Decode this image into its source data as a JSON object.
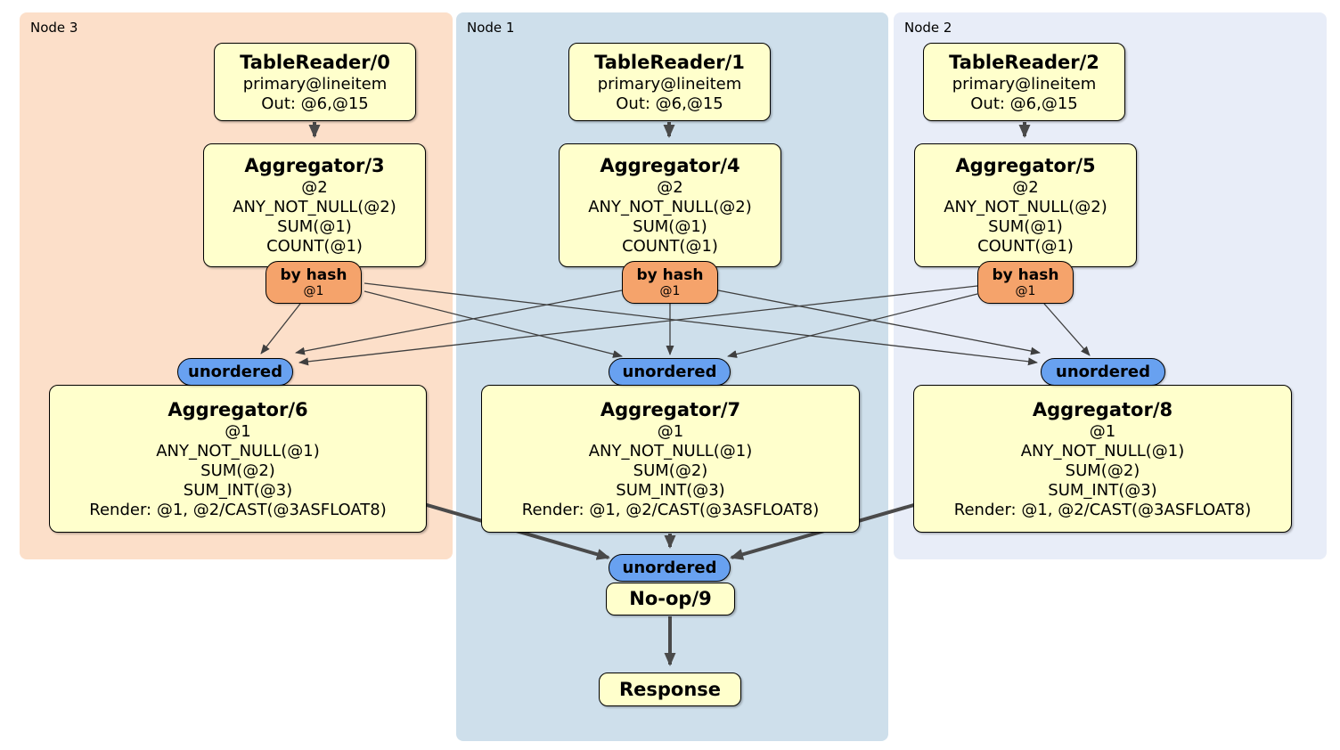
{
  "colors": {
    "node3_bg": "#fcdfc9",
    "node1_bg": "#cedfeb",
    "node2_bg": "#e8edf8",
    "processor_bg": "#ffffcc",
    "router_bg": "#f5a36b",
    "sync_bg": "#68a1f0",
    "border": "#000000",
    "edge_thin": "#3f3f3f",
    "edge_thick": "#4a4a4a"
  },
  "regions": [
    {
      "label": "Node 3"
    },
    {
      "label": "Node 1"
    },
    {
      "label": "Node 2"
    }
  ],
  "router": {
    "label": "by hash",
    "detail": "@1"
  },
  "sync": {
    "label": "unordered"
  },
  "processors": {
    "tablereader0": {
      "title": "TableReader/0",
      "lines": [
        "primary@lineitem",
        "Out: @6,@15"
      ]
    },
    "tablereader1": {
      "title": "TableReader/1",
      "lines": [
        "primary@lineitem",
        "Out: @6,@15"
      ]
    },
    "tablereader2": {
      "title": "TableReader/2",
      "lines": [
        "primary@lineitem",
        "Out: @6,@15"
      ]
    },
    "aggregator3": {
      "title": "Aggregator/3",
      "lines": [
        "@2",
        "ANY_NOT_NULL(@2)",
        "SUM(@1)",
        "COUNT(@1)"
      ]
    },
    "aggregator4": {
      "title": "Aggregator/4",
      "lines": [
        "@2",
        "ANY_NOT_NULL(@2)",
        "SUM(@1)",
        "COUNT(@1)"
      ]
    },
    "aggregator5": {
      "title": "Aggregator/5",
      "lines": [
        "@2",
        "ANY_NOT_NULL(@2)",
        "SUM(@1)",
        "COUNT(@1)"
      ]
    },
    "aggregator6": {
      "title": "Aggregator/6",
      "lines": [
        "@1",
        "ANY_NOT_NULL(@1)",
        "SUM(@2)",
        "SUM_INT(@3)",
        "Render: @1, @2/CAST(@3ASFLOAT8)"
      ]
    },
    "aggregator7": {
      "title": "Aggregator/7",
      "lines": [
        "@1",
        "ANY_NOT_NULL(@1)",
        "SUM(@2)",
        "SUM_INT(@3)",
        "Render: @1, @2/CAST(@3ASFLOAT8)"
      ]
    },
    "aggregator8": {
      "title": "Aggregator/8",
      "lines": [
        "@1",
        "ANY_NOT_NULL(@1)",
        "SUM(@2)",
        "SUM_INT(@3)",
        "Render: @1, @2/CAST(@3ASFLOAT8)"
      ]
    },
    "noop": {
      "title": "No-op/9"
    },
    "response": {
      "title": "Response"
    }
  }
}
